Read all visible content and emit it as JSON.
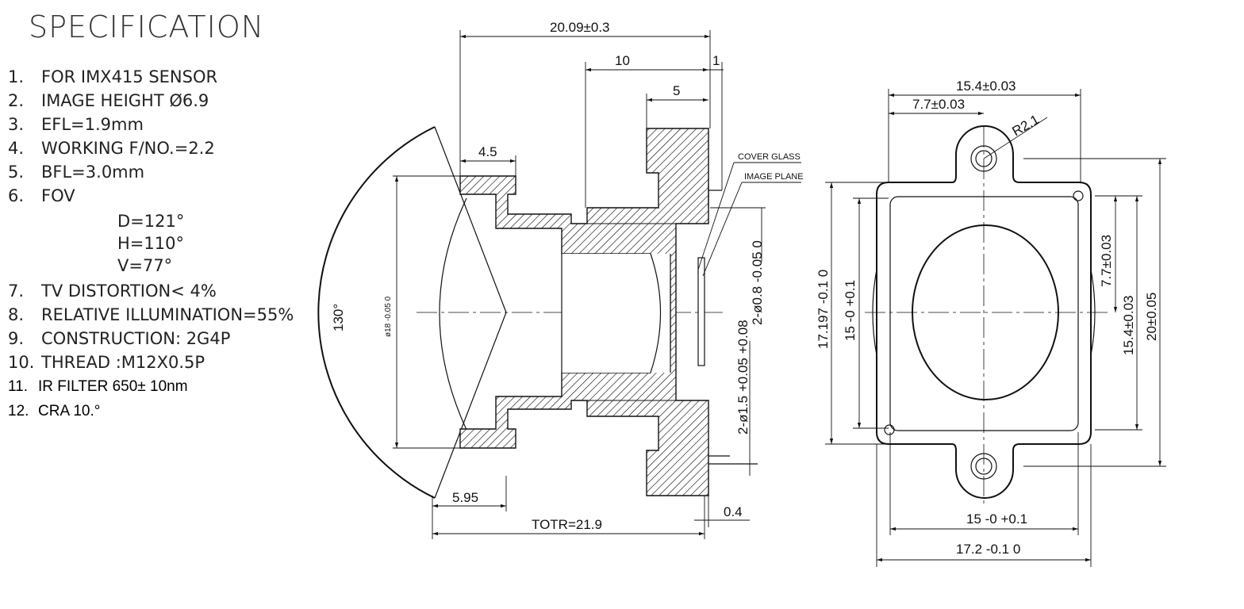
{
  "specification": {
    "title": "SPECIFICATION",
    "items": [
      {
        "num": "1.",
        "text": "FOR IMX415 SENSOR"
      },
      {
        "num": "2.",
        "text": "IMAGE HEIGHT   Ø6.9"
      },
      {
        "num": "3.",
        "text": "EFL=1.9mm"
      },
      {
        "num": "4.",
        "text": "WORKING F/NO.=2.2"
      },
      {
        "num": "5.",
        "text": "BFL=3.0mm"
      },
      {
        "num": "6.",
        "text": "FOV"
      },
      {
        "num": "7.",
        "text": "TV DISTORTION< 4%"
      },
      {
        "num": "8.",
        "text": "RELATIVE ILLUMINATION=55%"
      },
      {
        "num": "9.",
        "text": "CONSTRUCTION: 2G4P"
      },
      {
        "num": "10.",
        "text": "THREAD :M12X0.5P"
      },
      {
        "num": "11.",
        "text": "IR FILTER 650± 10nm"
      },
      {
        "num": "12.",
        "text": "CRA 10.°"
      }
    ],
    "fov": [
      "D=121°",
      "H=110°",
      "V=77°"
    ]
  },
  "side_view": {
    "dim_total_length": "20.09±0.3",
    "dim_10": "10",
    "dim_1": "1",
    "dim_5": "5",
    "dim_4_5": "4.5",
    "dim_5_95": "5.95",
    "dim_totr": "TOTR=21.9",
    "dim_0_4": "0.4",
    "angle": "130°",
    "diameter": "ø18 -0.05 0",
    "cover_glass": "COVER GLASS",
    "image_plane": "IMAGE PLANE",
    "hole_08": "2-ø0.8 -0.05 0",
    "hole_15": "2-ø1.5 +0.05 +0.08"
  },
  "front_view": {
    "dim_15_4_top": "15.4±0.03",
    "dim_7_7_top": "7.7±0.03",
    "radius": "R2.1",
    "dim_17_197": "17.197 -0.1 0",
    "dim_15_left": "15 -0 +0.1",
    "dim_7_7_right": "7.7±0.03",
    "dim_15_4_right": "15.4±0.03",
    "dim_20": "20±0.05",
    "dim_15_bottom": "15 -0 +0.1",
    "dim_17_2_bottom": "17.2 -0.1 0"
  }
}
